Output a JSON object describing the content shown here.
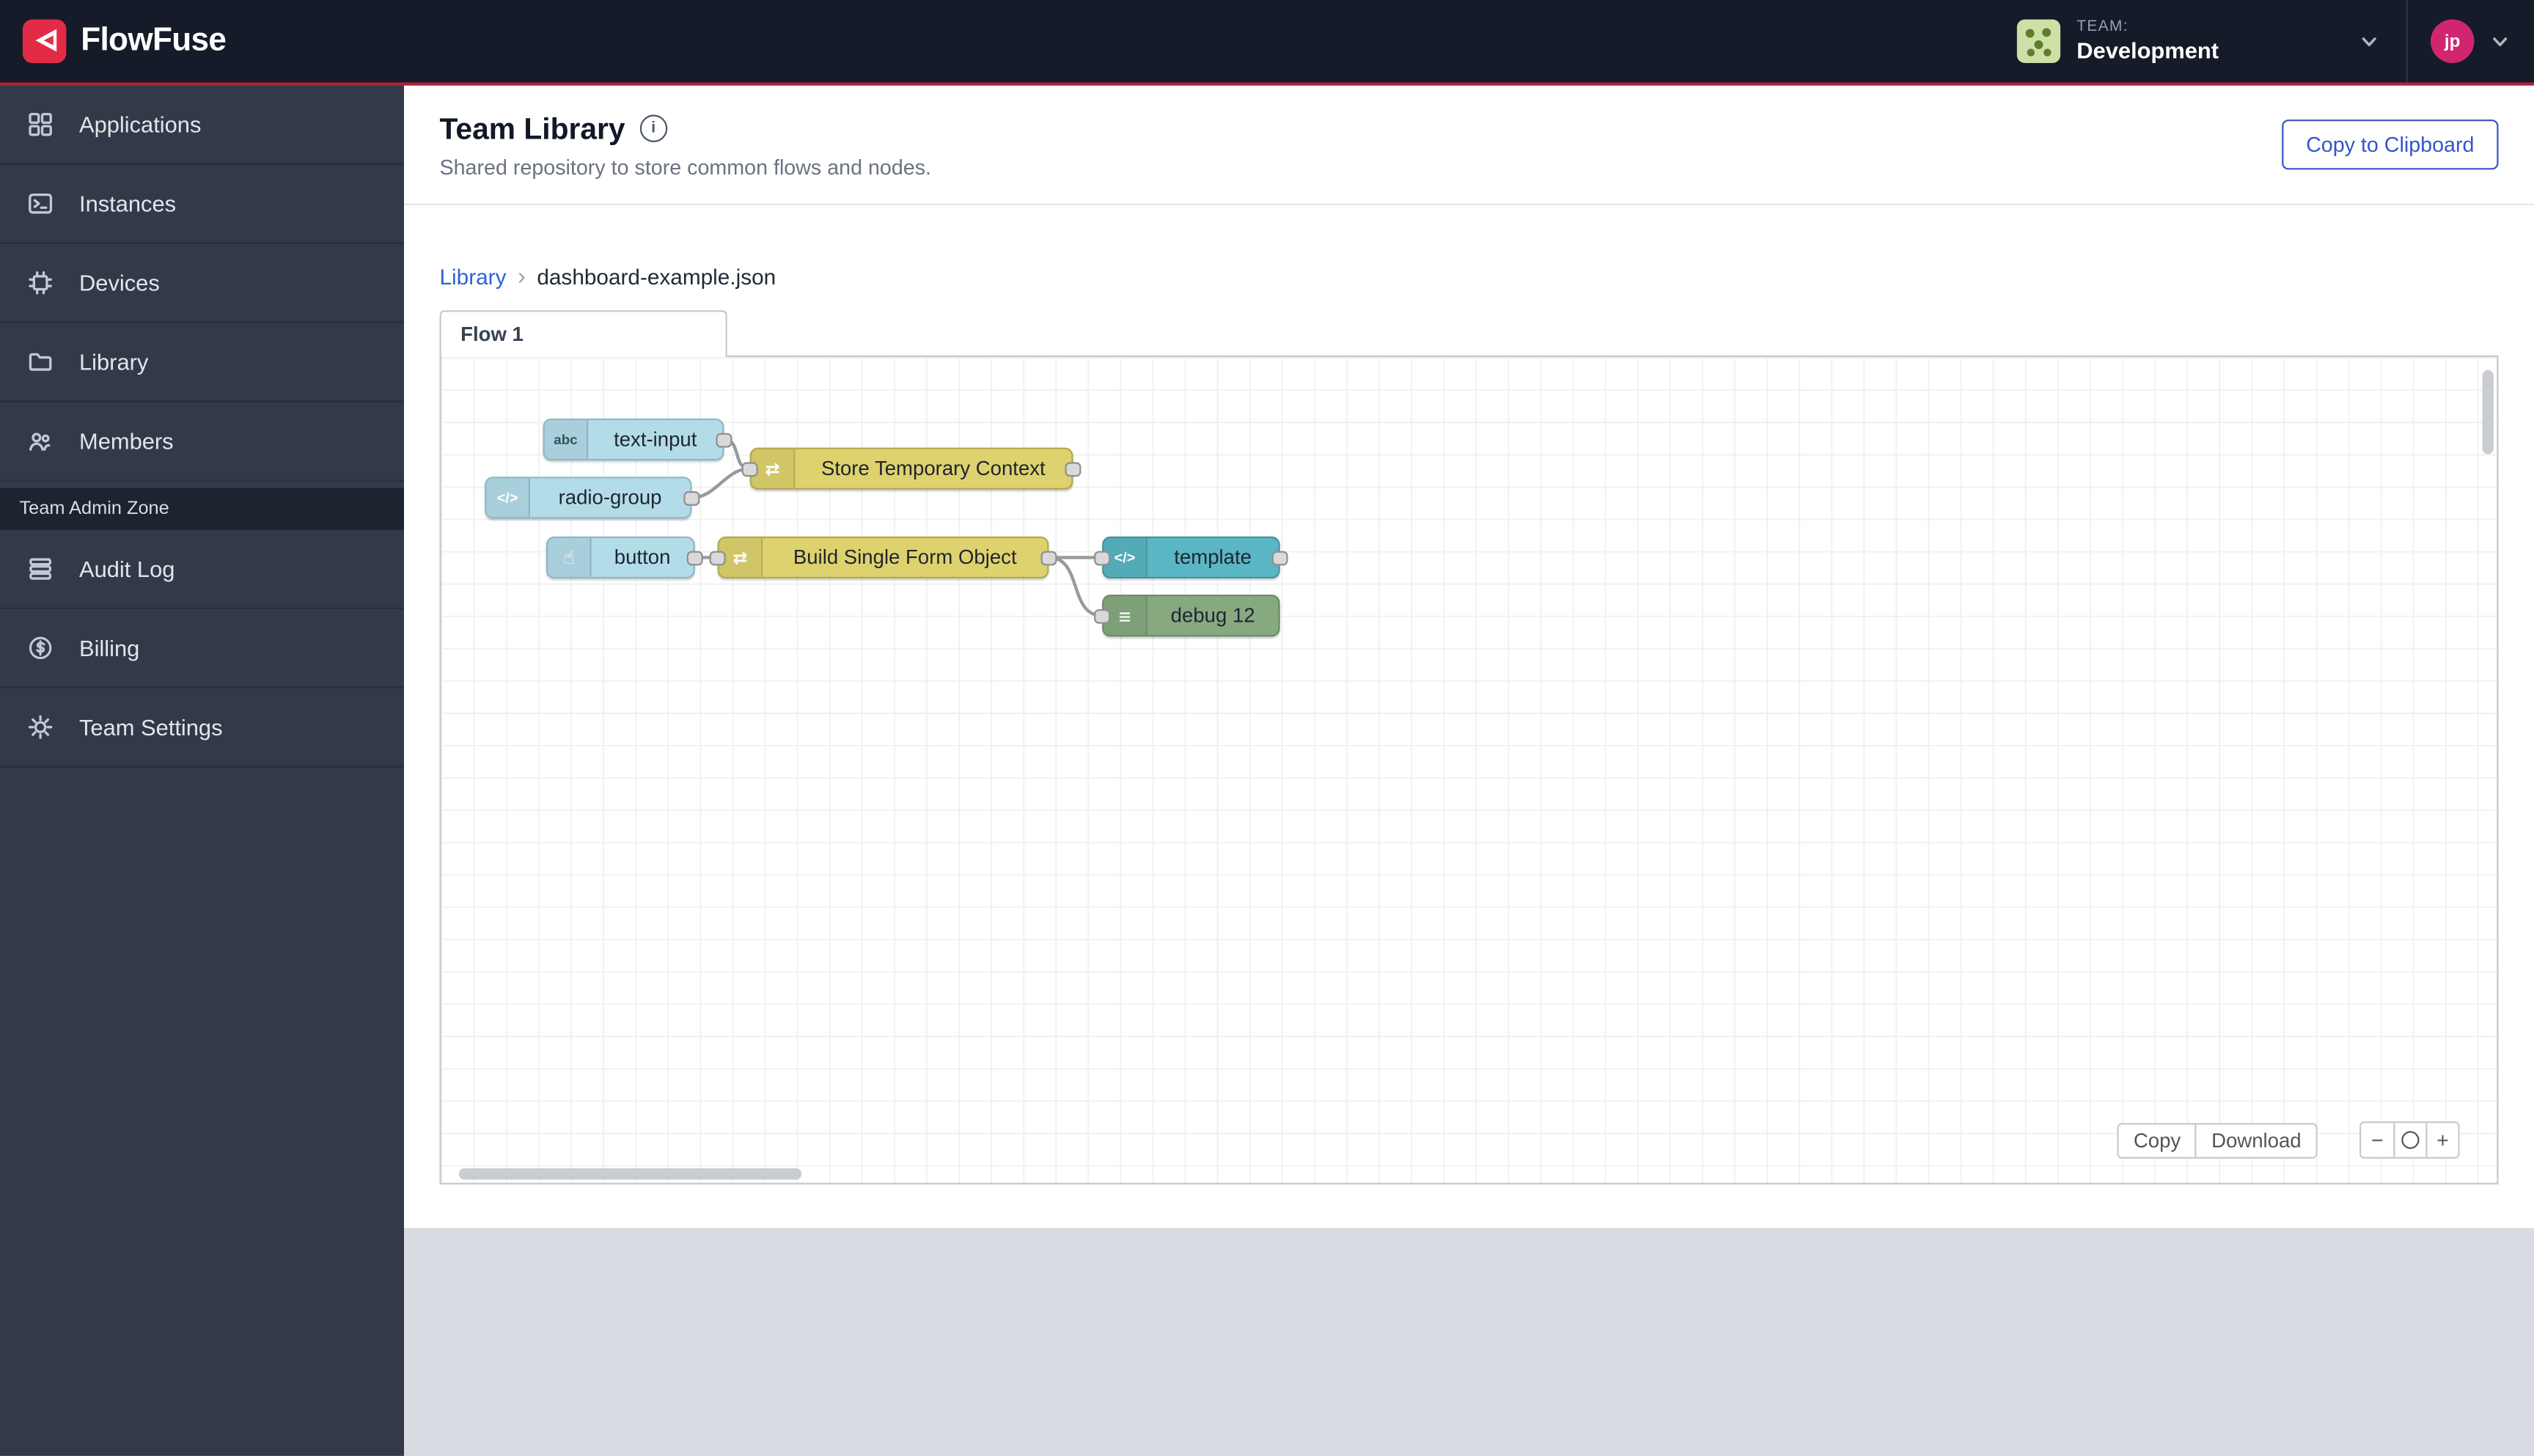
{
  "navbar": {
    "brand": "FlowFuse",
    "team": {
      "label": "TEAM:",
      "name": "Development"
    },
    "user_initials": "jp"
  },
  "sidebar": {
    "items": [
      {
        "label": "Applications"
      },
      {
        "label": "Instances"
      },
      {
        "label": "Devices"
      },
      {
        "label": "Library"
      },
      {
        "label": "Members"
      }
    ],
    "admin_zone": {
      "label": "Team Admin Zone",
      "items": [
        {
          "label": "Audit Log"
        },
        {
          "label": "Billing"
        },
        {
          "label": "Team Settings"
        }
      ]
    }
  },
  "header": {
    "title": "Team Library",
    "subtitle": "Shared repository to store common flows and nodes.",
    "copy_to_clipboard": "Copy to Clipboard"
  },
  "breadcrumb": {
    "parent": "Library",
    "separator": "›",
    "current": "dashboard-example.json"
  },
  "flow_tab": {
    "label": "Flow 1"
  },
  "canvas": {
    "actions": {
      "copy": "Copy",
      "download": "Download"
    },
    "zoom": {
      "out": "−",
      "in": "+"
    }
  },
  "flow": {
    "nodes": [
      {
        "label": "text-input",
        "color": "#b3dce9"
      },
      {
        "label": "radio-group",
        "color": "#b3dce9"
      },
      {
        "label": "Store Temporary Context",
        "color": "#ded26e"
      },
      {
        "label": "button",
        "color": "#b3dce9"
      },
      {
        "label": "Build Single Form Object",
        "color": "#ded26e"
      },
      {
        "label": "template",
        "color": "#5ab6c4"
      },
      {
        "label": "debug 12",
        "color": "#87a980"
      }
    ]
  },
  "icons": {
    "info": "i",
    "abc": "abc",
    "code": "</>",
    "pointer": "☝",
    "change": "⇄",
    "debug_list": "≡"
  },
  "colors": {
    "navbar_bg": "#151b28",
    "sidebar_bg": "#323a4a",
    "brand_red": "#e32b47",
    "navbar_red_line": "#b01f3c",
    "accent_blue": "#3456c8",
    "link_blue": "#2d62d9",
    "background_grey": "#d8dce2"
  }
}
